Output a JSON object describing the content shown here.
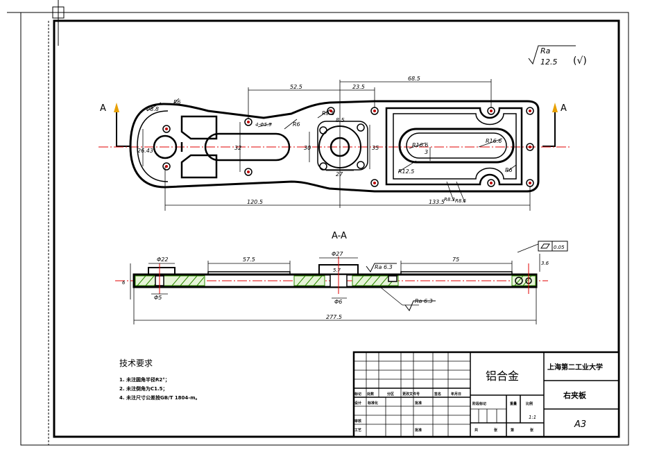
{
  "roughness": {
    "symbol_ra": "Ra",
    "symbol_value": "12.5",
    "general_mark": "(√)"
  },
  "section_markers": {
    "left": "A",
    "right": "A",
    "view_title": "A-A"
  },
  "plan_dimensions": {
    "d_6_8": "Φ8.8",
    "r_left_top": "R6",
    "w_52_5": "52.5",
    "w_23_5": "23.5",
    "w_68_5": "68.5",
    "h_26_43": "26.43",
    "d_4_5": "4-Φ5.9",
    "d_6_small": "R6",
    "r_9_5": "R9.5",
    "h_32": "32",
    "n_8_5": "8.5",
    "h_30": "30",
    "w_27": "27",
    "h_right": "35",
    "r_16_6": "R16.6",
    "n_3": "3",
    "r_12_5": "R12.5",
    "r_16_6b": "R16.6",
    "r_6_right": "R6",
    "r_8_3": "R8.3",
    "r_9_2": "R8.6",
    "w_120_5": "120.5",
    "w_133_5": "133.5"
  },
  "section_dimensions": {
    "d_22": "Φ22",
    "w_57_5": "57.5",
    "d_27": "Φ27",
    "w_75": "75",
    "r_6_3": "Ra 6.3",
    "r_6_3b": "Ra 6.3",
    "h_5_7": "5.7",
    "h_6": "6",
    "d_5": "Φ5",
    "d_6": "Φ6",
    "h_3_6": "3.6",
    "flatness": "0.05",
    "total": "277.5"
  },
  "tech_requirements": {
    "title": "技术要求",
    "items": [
      "1. 未注圆角半径R2°；",
      "2. 未注倒角为C1.5；",
      "4. 未注尺寸公差按GB/T 1804-m。"
    ]
  },
  "title_block": {
    "material": "铝合金",
    "school": "上海第二工业大学",
    "part_name": "右夹板",
    "size": "A3",
    "scale_value": "1:1",
    "labels": {
      "biaoji": "标记",
      "chushu": "处数",
      "fenqu": "分区",
      "gengai": "更改文件号",
      "qianming": "签名",
      "riqi": "年月日",
      "sheji": "设计",
      "biaozhunhua": "标准化",
      "piben": "批准",
      "jieduan": "阶段标记",
      "zhongliang": "重量",
      "bili": "比例",
      "shenhe": "审核",
      "gongyi": "工艺",
      "pizhun": "批准",
      "gong": "共",
      "zhang1": "张",
      "di": "第",
      "zhang2": "张"
    }
  }
}
